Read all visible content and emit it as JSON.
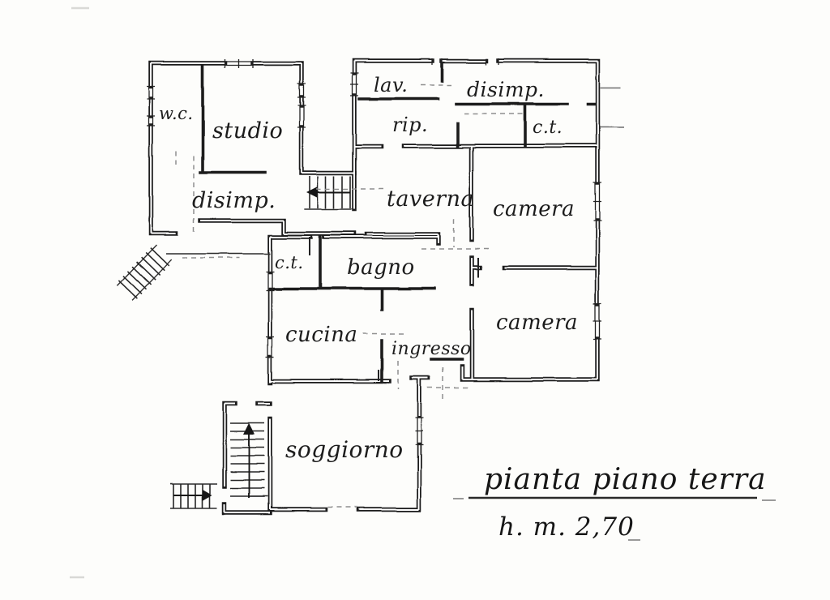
{
  "drawing": {
    "kind": "hand-drawn floor plan",
    "title": "pianta piano terra",
    "height_note": "h. m. 2,70",
    "ink_color": "#1d1d1d",
    "paper_color": "#fdfdfb",
    "rooms": [
      {
        "id": "wc",
        "label": "w.c."
      },
      {
        "id": "studio",
        "label": "studio"
      },
      {
        "id": "disimpegno-left",
        "label": "disimp."
      },
      {
        "id": "lavanderia",
        "label": "lav."
      },
      {
        "id": "disimpegno-top",
        "label": "disimp."
      },
      {
        "id": "ripostiglio",
        "label": "rip."
      },
      {
        "id": "ct-top",
        "label": "c.t."
      },
      {
        "id": "taverna",
        "label": "taverna"
      },
      {
        "id": "camera-1",
        "label": "camera"
      },
      {
        "id": "ct-small",
        "label": "c.t."
      },
      {
        "id": "bagno",
        "label": "bagno"
      },
      {
        "id": "cucina",
        "label": "cucina"
      },
      {
        "id": "ingresso",
        "label": "ingresso"
      },
      {
        "id": "camera-2",
        "label": "camera"
      },
      {
        "id": "soggiorno",
        "label": "soggiorno"
      }
    ]
  }
}
